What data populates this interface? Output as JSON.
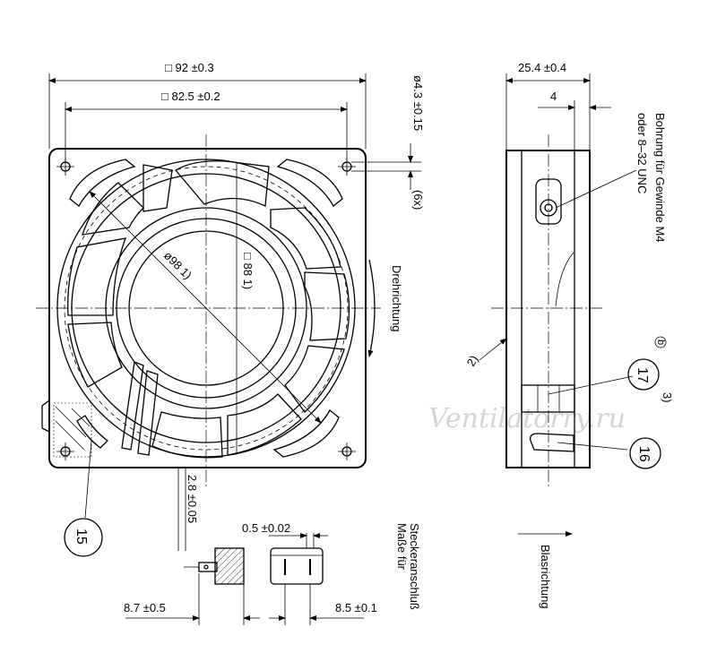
{
  "dimensions": {
    "width_outer": "□ 92 ±0.3",
    "width_hole": "□ 82.5 ±0.2",
    "hole_dia": "ø4.3 ±0.15",
    "hole_count": "(6x)",
    "diameter": "ø98 1)",
    "square": "□ 88 1)",
    "depth": "25.4 ±0.4",
    "depth_small": "4",
    "pin": "2.8 ±0.05",
    "pin_thick": "0.5 ±0.02",
    "plug_left": "8.7 ±0.5",
    "plug_right": "8.5 ±0.1"
  },
  "labels": {
    "rotation": "Drehrichtung",
    "airflow": "Blasrichtung",
    "bore_line1": "Bohrung für Gewinde M4",
    "bore_line2": "oder 8–32 UNC",
    "connector_line1": "Maße für",
    "connector_line2": "Steckeranschluß",
    "note2": "2)",
    "note3": "3)",
    "note_b": "b"
  },
  "callouts": {
    "c15": "15",
    "c16": "16",
    "c17": "17"
  },
  "watermark": "Ventilatorry.ru"
}
